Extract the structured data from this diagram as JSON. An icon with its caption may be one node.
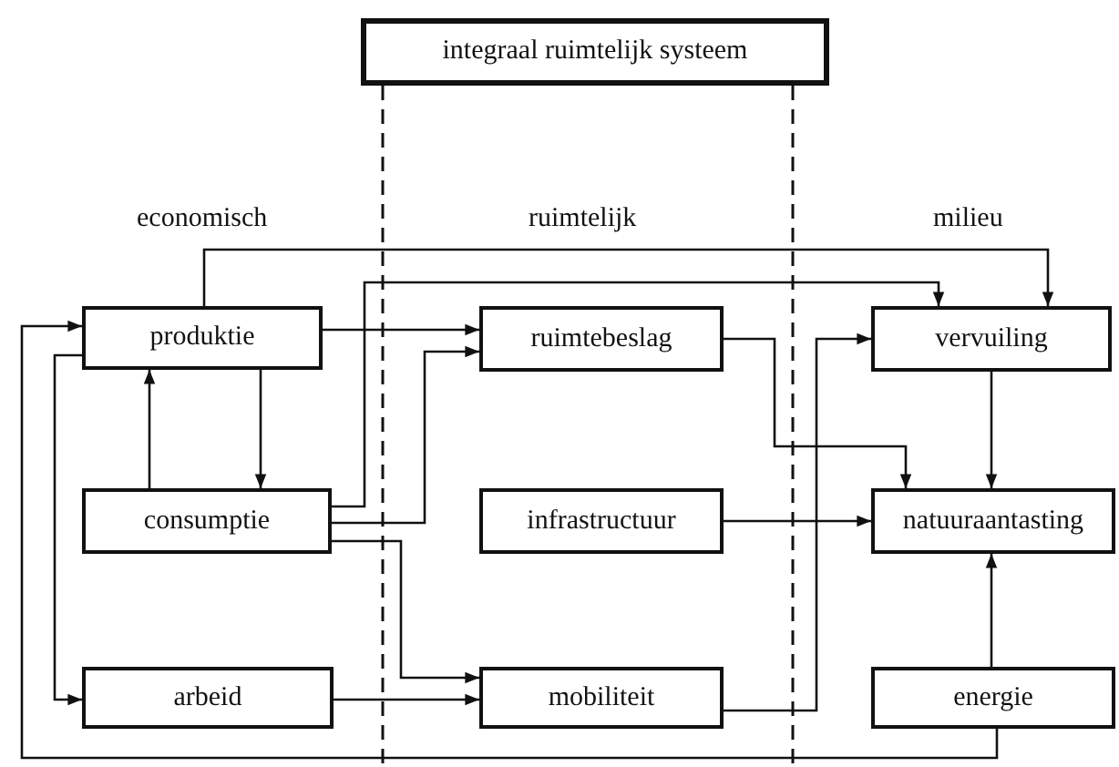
{
  "diagram": {
    "nodes": [
      {
        "text": [
          "integraal ruimtelijk systeem"
        ]
      },
      {
        "text": [
          "produktie"
        ]
      },
      {
        "text": [
          "consumptie"
        ]
      },
      {
        "text": [
          "arbeid"
        ]
      },
      {
        "text": [
          "ruimtebeslag"
        ]
      },
      {
        "text": [
          "infrastructuur"
        ]
      },
      {
        "text": [
          "mobiliteit"
        ]
      },
      {
        "text": [
          "vervuiling"
        ]
      },
      {
        "text": [
          "natuuraantasting"
        ]
      },
      {
        "text": [
          "energie"
        ]
      }
    ],
    "edges": [
      {
        "from": 1,
        "to": 7,
        "arrow": "to"
      },
      {
        "from": 2,
        "to": 7,
        "arrow": "to"
      },
      {
        "from": 1,
        "to": 4,
        "arrow": "to"
      },
      {
        "from": 2,
        "to": 4,
        "arrow": "to"
      },
      {
        "from": 2,
        "to": 6,
        "arrow": "to"
      },
      {
        "from": 2,
        "to": 1,
        "arrow": "to"
      },
      {
        "from": 1,
        "to": 2,
        "arrow": "to"
      },
      {
        "from": 9,
        "to": 1,
        "arrow": "to"
      },
      {
        "from": 1,
        "to": 3,
        "arrow": "to"
      },
      {
        "from": 3,
        "to": 6,
        "arrow": "to"
      },
      {
        "from": 4,
        "to": 8,
        "arrow": "to"
      },
      {
        "from": 5,
        "to": 8,
        "arrow": "to"
      },
      {
        "from": 6,
        "to": 7,
        "arrow": "to"
      },
      {
        "from": 7,
        "to": 8,
        "arrow": "to"
      },
      {
        "from": 9,
        "to": 8,
        "arrow": "to"
      }
    ],
    "labels": [
      "economisch",
      "ruimtelijk",
      "milieu"
    ]
  }
}
